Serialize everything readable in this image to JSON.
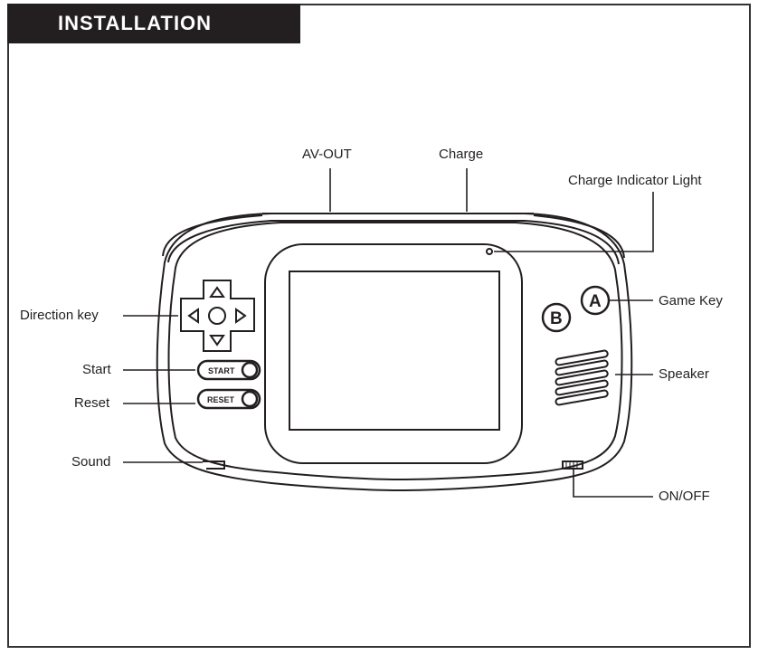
{
  "header": {
    "title": "INSTALLATION"
  },
  "labels": {
    "av_out": "AV-OUT",
    "charge": "Charge",
    "charge_indicator": "Charge Indicator Light",
    "direction_key": "Direction key",
    "start": "Start",
    "reset": "Reset",
    "sound": "Sound",
    "game_key": "Game Key",
    "speaker": "Speaker",
    "on_off": "ON/OFF"
  },
  "buttons": {
    "start_text": "START",
    "reset_text": "RESET",
    "a_text": "A",
    "b_text": "B"
  },
  "colors": {
    "ink": "#231f20",
    "header_bg": "#231f20",
    "header_text": "#ffffff"
  }
}
